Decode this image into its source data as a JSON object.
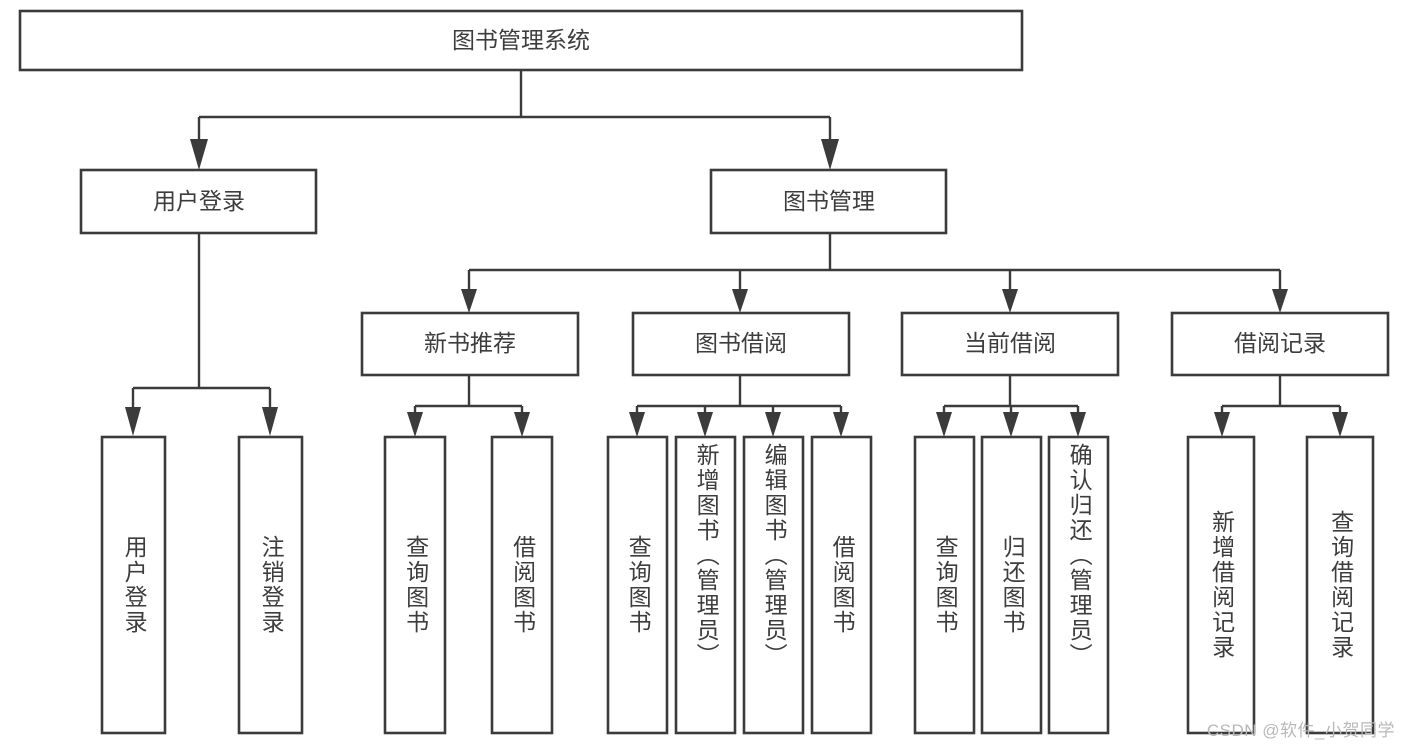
{
  "diagram": {
    "type": "tree-hierarchy",
    "title": "图书管理系统",
    "orientation": "top-down",
    "colors": {
      "box_stroke": "#3b3b3b",
      "box_fill": "#ffffff",
      "connector": "#3b3b3b",
      "label_text": "#3d3d3d",
      "background": "#ffffff",
      "watermark_text": "#b8b8b8"
    },
    "root": {
      "label": "图书管理系统"
    },
    "level1": [
      {
        "label": "用户登录"
      },
      {
        "label": "图书管理"
      }
    ],
    "level2": [
      {
        "label": "新书推荐"
      },
      {
        "label": "图书借阅"
      },
      {
        "label": "当前借阅"
      },
      {
        "label": "借阅记录"
      }
    ],
    "leaves": {
      "user_login": [
        {
          "label": "用户登录"
        },
        {
          "label": "注销登录"
        }
      ],
      "new_book_recommend": [
        {
          "label": "查询图书"
        },
        {
          "label": "借阅图书"
        }
      ],
      "book_borrow": [
        {
          "label": "查询图书"
        },
        {
          "label": "新增图书（管理员）"
        },
        {
          "label": "编辑图书（管理员）"
        },
        {
          "label": "借阅图书"
        }
      ],
      "current_borrow": [
        {
          "label": "查询图书"
        },
        {
          "label": "归还图书"
        },
        {
          "label": "确认归还（管理员）"
        }
      ],
      "borrow_record": [
        {
          "label": "新增借阅记录"
        },
        {
          "label": "查询借阅记录"
        }
      ]
    }
  },
  "watermark": {
    "text": "CSDN @软件_小贺同学"
  }
}
